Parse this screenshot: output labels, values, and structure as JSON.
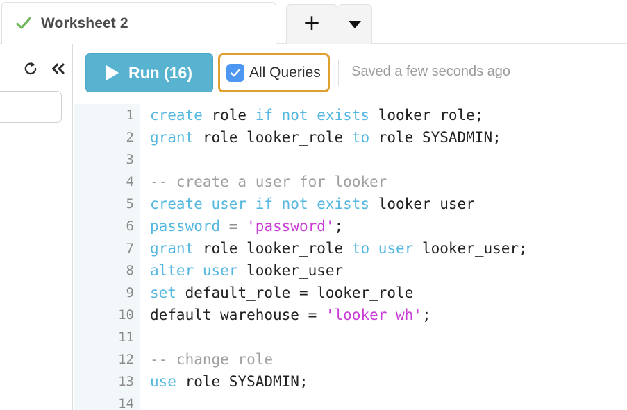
{
  "tabbar": {
    "worksheet_tab": {
      "title": "Worksheet 2",
      "status_icon": "check-icon",
      "status_color": "#74b863"
    },
    "add_tab_button": {
      "label": "+",
      "icon": "plus-icon"
    },
    "tab_menu_button": {
      "label": "▼",
      "icon": "chevron-down-icon"
    }
  },
  "sidebar": {
    "refresh_icon": "refresh-icon",
    "collapse_icon": "double-chevron-left-icon",
    "search_input": {
      "value": "",
      "placeholder": ""
    }
  },
  "toolbar": {
    "run_button": {
      "label": "Run (16)",
      "icon": "play-icon",
      "color": "#58b3d1",
      "query_count": 16
    },
    "all_queries": {
      "label": "All Queries",
      "checked": true,
      "checkbox_color": "#4d97f3",
      "focus_ring_color": "#e0a030"
    },
    "saved_status": "Saved a few seconds ago"
  },
  "editor": {
    "language": "sql",
    "gutter_background": "#f2f7fa",
    "syntax_colors": {
      "keyword": "#56b8e0",
      "string": "#c93dd6",
      "comment": "#a0a0a0",
      "plain": "#222222"
    },
    "lines": [
      {
        "number": "1",
        "tokens": [
          {
            "t": "create",
            "c": "kw"
          },
          {
            "t": " role ",
            "c": "pln"
          },
          {
            "t": "if not exists",
            "c": "kw"
          },
          {
            "t": " looker_role;",
            "c": "pln"
          }
        ]
      },
      {
        "number": "2",
        "tokens": [
          {
            "t": "grant",
            "c": "kw"
          },
          {
            "t": " role looker_role ",
            "c": "pln"
          },
          {
            "t": "to",
            "c": "kw"
          },
          {
            "t": " role SYSADMIN;",
            "c": "pln"
          }
        ]
      },
      {
        "number": "3",
        "tokens": []
      },
      {
        "number": "4",
        "tokens": [
          {
            "t": "-- create a user for looker",
            "c": "cmt"
          }
        ]
      },
      {
        "number": "5",
        "tokens": [
          {
            "t": "create user",
            "c": "kw"
          },
          {
            "t": " ",
            "c": "pln"
          },
          {
            "t": "if not exists",
            "c": "kw"
          },
          {
            "t": " looker_user",
            "c": "pln"
          }
        ]
      },
      {
        "number": "6",
        "tokens": [
          {
            "t": "password",
            "c": "kw"
          },
          {
            "t": " = ",
            "c": "pln"
          },
          {
            "t": "'password'",
            "c": "str"
          },
          {
            "t": ";",
            "c": "pln"
          }
        ]
      },
      {
        "number": "7",
        "tokens": [
          {
            "t": "grant",
            "c": "kw"
          },
          {
            "t": " role looker_role ",
            "c": "pln"
          },
          {
            "t": "to user",
            "c": "kw"
          },
          {
            "t": " looker_user;",
            "c": "pln"
          }
        ]
      },
      {
        "number": "8",
        "tokens": [
          {
            "t": "alter user",
            "c": "kw"
          },
          {
            "t": " looker_user",
            "c": "pln"
          }
        ]
      },
      {
        "number": "9",
        "tokens": [
          {
            "t": "set",
            "c": "kw"
          },
          {
            "t": " default_role = looker_role",
            "c": "pln"
          }
        ]
      },
      {
        "number": "10",
        "tokens": [
          {
            "t": "default_warehouse = ",
            "c": "pln"
          },
          {
            "t": "'looker_wh'",
            "c": "str"
          },
          {
            "t": ";",
            "c": "pln"
          }
        ]
      },
      {
        "number": "11",
        "tokens": []
      },
      {
        "number": "12",
        "tokens": [
          {
            "t": "-- change role",
            "c": "cmt"
          }
        ]
      },
      {
        "number": "13",
        "tokens": [
          {
            "t": "use",
            "c": "kw"
          },
          {
            "t": " role SYSADMIN;",
            "c": "pln"
          }
        ]
      },
      {
        "number": "14",
        "tokens": []
      }
    ]
  }
}
